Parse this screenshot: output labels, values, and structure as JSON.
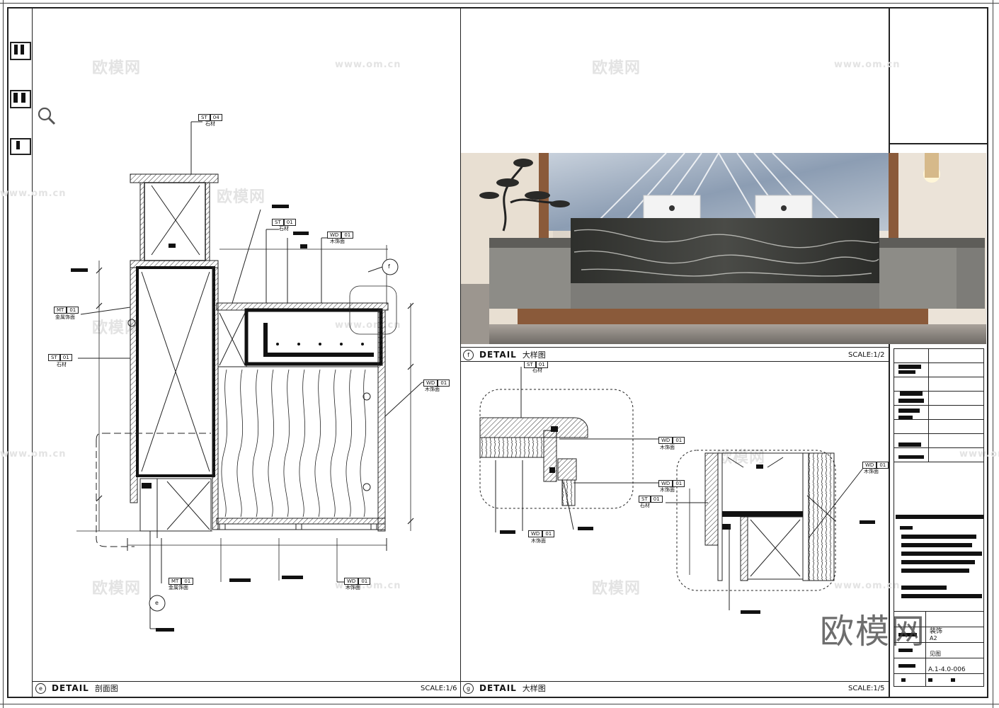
{
  "watermarks": {
    "logo_text": "欧模网",
    "url_text": "www.om.cn",
    "big_logo": "欧模网"
  },
  "detail_e": {
    "number": "e",
    "word": "DETAIL",
    "title": "剖面图",
    "scale": "SCALE:1/6"
  },
  "detail_f": {
    "number": "f",
    "word": "DETAIL",
    "title": "大样图",
    "scale": "SCALE:1/2"
  },
  "detail_g": {
    "number": "g",
    "word": "DETAIL",
    "title": "大样图",
    "scale": "SCALE:1/5"
  },
  "section_tags": {
    "st04": {
      "code": "ST",
      "num": "04",
      "note": "石材"
    },
    "st01_top": {
      "code": "ST",
      "num": "01",
      "note": "石材"
    },
    "wd01_top": {
      "code": "WD",
      "num": "01",
      "note": "木饰面"
    },
    "mt01_left": {
      "code": "MT",
      "num": "01",
      "note": "金属饰面"
    },
    "st01_left": {
      "code": "ST",
      "num": "01",
      "note": "石材"
    },
    "wd01_right": {
      "code": "WD",
      "num": "01",
      "note": "木饰面"
    },
    "mt01_bottom": {
      "code": "MT",
      "num": "01",
      "note": "金属饰面"
    },
    "wd01_bottom": {
      "code": "WD",
      "num": "01",
      "note": "木饰面"
    },
    "callout_f": "f",
    "callout_e": "e"
  },
  "detail_tags": {
    "st01_f": {
      "code": "ST",
      "num": "01",
      "note": "石材"
    },
    "wd01_f1": {
      "code": "WD",
      "num": "01",
      "note": "木饰面"
    },
    "wd01_f2": {
      "code": "WD",
      "num": "01",
      "note": "木饰面"
    },
    "st01_g": {
      "code": "ST",
      "num": "01",
      "note": "石材"
    },
    "wd01_f3": {
      "code": "WD",
      "num": "01",
      "note": "木饰面"
    },
    "wd01_g": {
      "code": "WD",
      "num": "01",
      "note": "木饰面"
    }
  },
  "title_block": {
    "line1": "装饰",
    "line2": "A2",
    "line3": "见图",
    "drawing_no": "A.1-4.0-006"
  },
  "colors": {
    "line": "#222222",
    "marble_back": "#9aa9bf",
    "marble_front": "#3c3d3a",
    "wood": "#8a5a3a"
  }
}
